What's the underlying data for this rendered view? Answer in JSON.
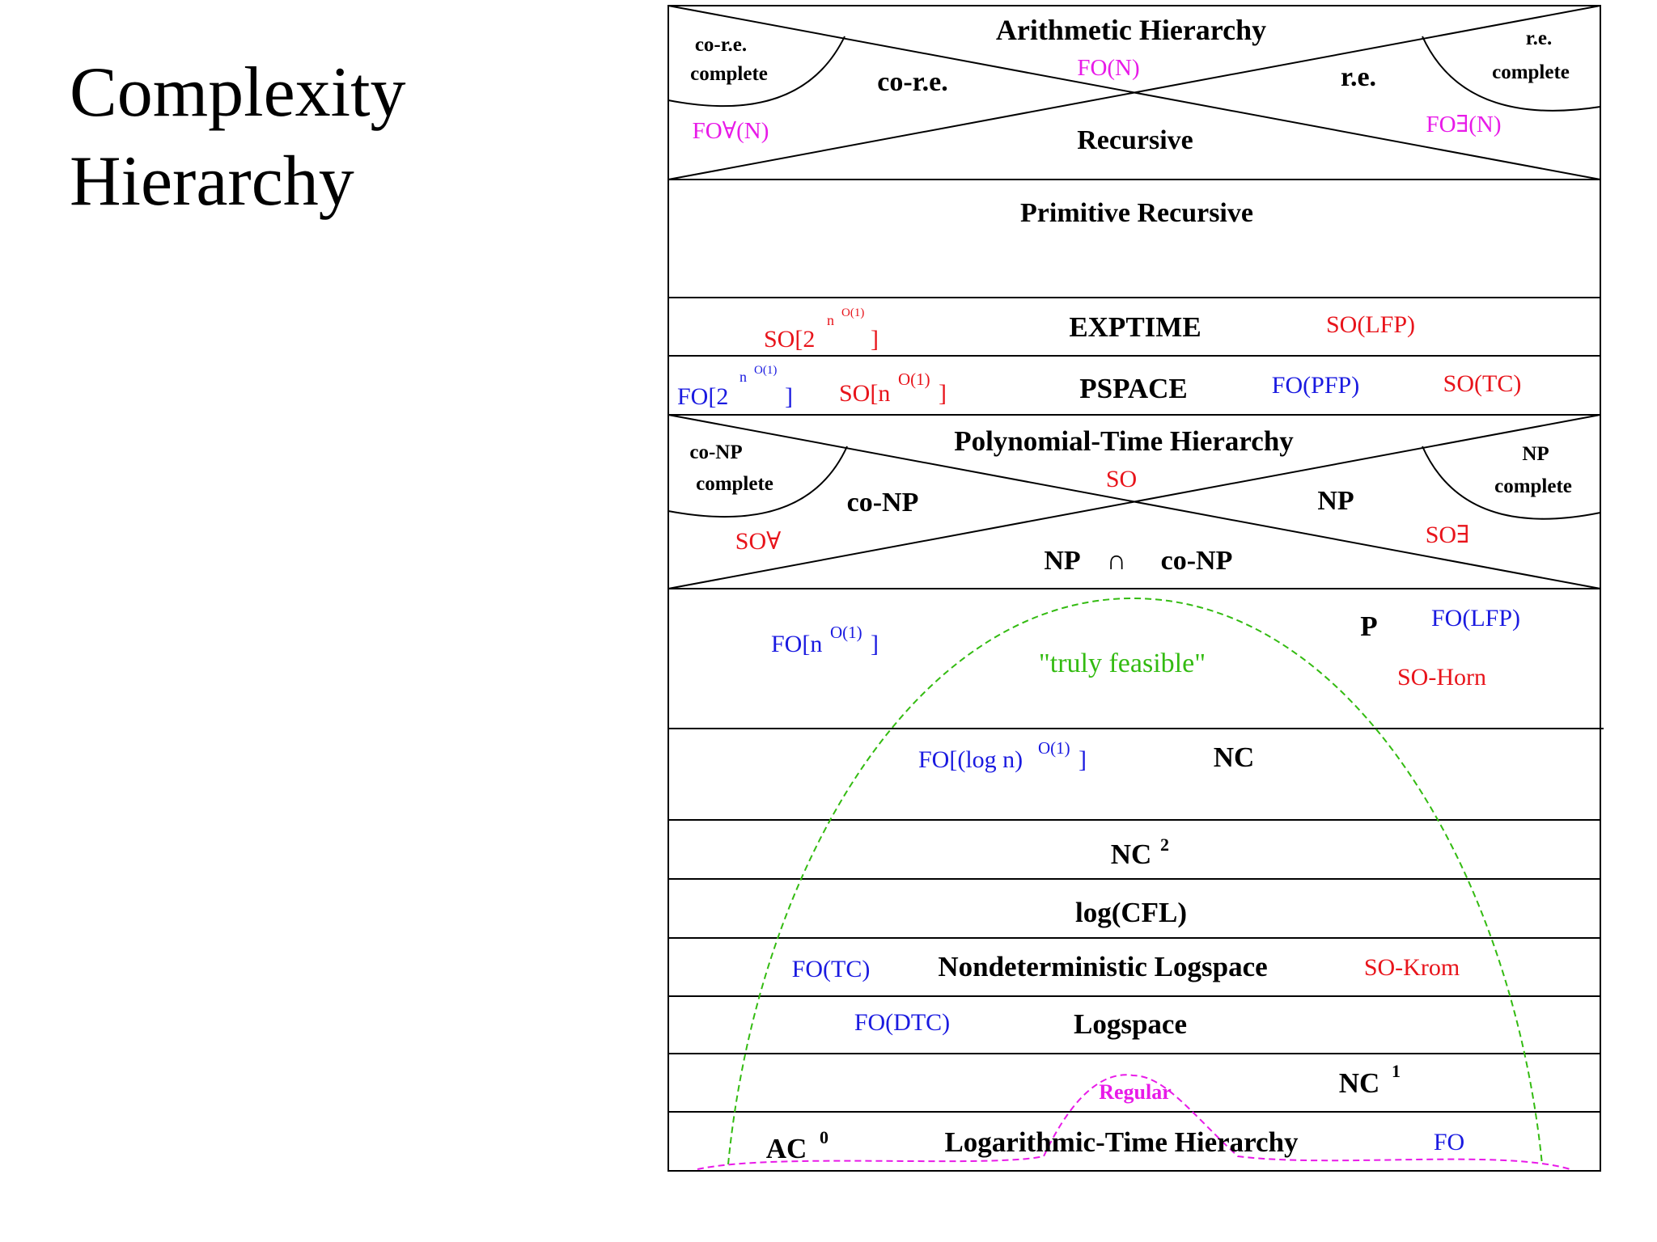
{
  "slide": {
    "title_line1": "Complexity",
    "title_line2": "Hierarchy"
  },
  "colors": {
    "black": "#000000",
    "red": "#e8141b",
    "blue": "#1a1ae0",
    "magenta": "#e81ae8",
    "green": "#33bb11"
  },
  "labels": {
    "arith_title": "Arithmetic Hierarchy",
    "arith_core_1": "co-r.e.",
    "arith_core_2": "complete",
    "arith_re_1": "r.e.",
    "arith_re_2": "complete",
    "arith_core_mid": "co-r.e.",
    "arith_re_mid": "r.e.",
    "arith_fo_n": "FO(N)",
    "arith_fo_forall": "FO∀(N)",
    "arith_fo_exists": "FO∃(N)",
    "recursive": "Recursive",
    "primitive_recursive": "Primitive Recursive",
    "exptime": "EXPTIME",
    "exptime_so_lfp": "SO(LFP)",
    "exptime_so_base": "SO[2",
    "exptime_so_n": "n",
    "exptime_so_o1": "O(1)",
    "exptime_so_close": "]",
    "pspace": "PSPACE",
    "pspace_fo_base": "FO[2",
    "pspace_fo_n": "n",
    "pspace_fo_o1": "O(1)",
    "pspace_fo_close": "]",
    "pspace_so_base": "SO[n",
    "pspace_so_o1": "O(1)",
    "pspace_so_close": "]",
    "pspace_fo_pfp": "FO(PFP)",
    "pspace_so_tc": "SO(TC)",
    "ph_title": "Polynomial-Time Hierarchy",
    "ph_conp_1": "co-NP",
    "ph_conp_2": "complete",
    "ph_np_1": "NP",
    "ph_np_2": "complete",
    "ph_conp_mid": "co-NP",
    "ph_np_mid": "NP",
    "ph_so": "SO",
    "ph_so_forall": "SO∀",
    "ph_so_exists": "SO∃",
    "np_cap_conp_np": "NP",
    "np_cap_conp_cap": "∩",
    "np_cap_conp_conp": "co-NP",
    "p_fo_base": "FO[n",
    "p_fo_o1": "O(1)",
    "p_fo_close": "]",
    "truly_feasible": "\"truly feasible\"",
    "p": "P",
    "p_fo_lfp": "FO(LFP)",
    "p_so_horn": "SO-Horn",
    "nc_fo_base": "FO[(log n)",
    "nc_fo_o1": "O(1)",
    "nc_fo_close": "]",
    "nc": "NC",
    "nc2_base": "NC",
    "nc2_sup": "2",
    "log_cfl": "log(CFL)",
    "nl_fo_tc": "FO(TC)",
    "nl": "Nondeterministic Logspace",
    "nl_so_krom": "SO-Krom",
    "l_fo_dtc": "FO(DTC)",
    "l": "Logspace",
    "nc1_base": "NC",
    "nc1_sup": "1",
    "regular": "Regular",
    "ac0_base": "AC",
    "ac0_sup": "0",
    "lth": "Logarithmic-Time Hierarchy",
    "fo": "FO"
  }
}
